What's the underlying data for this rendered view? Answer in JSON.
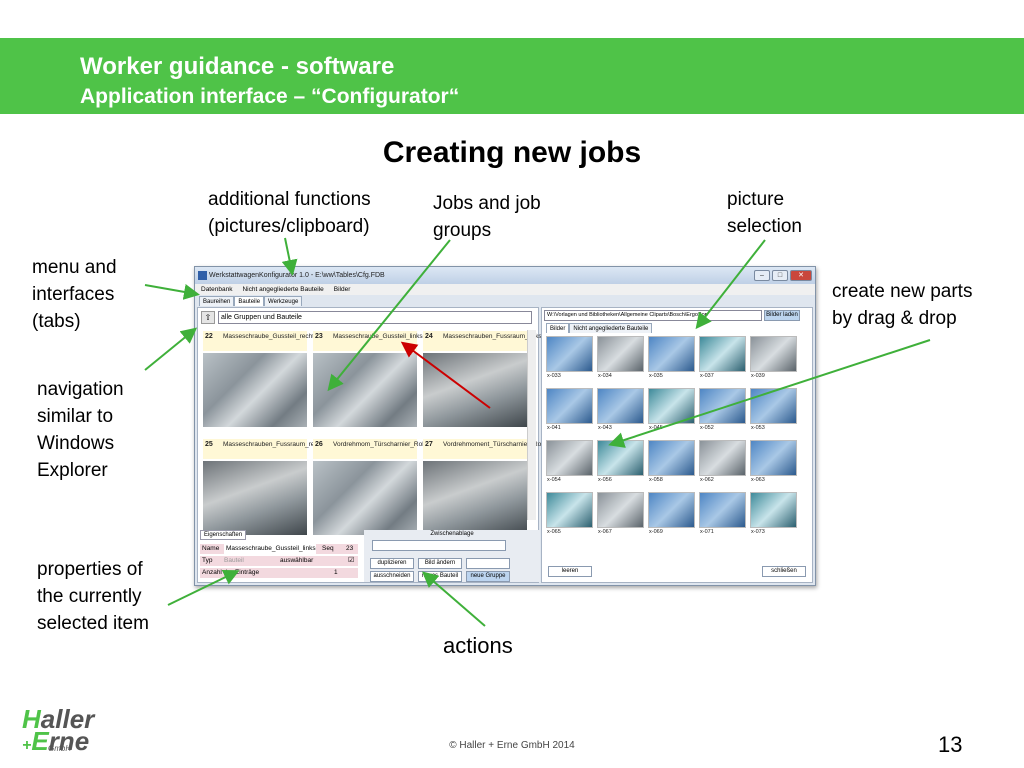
{
  "header": {
    "title": "Worker guidance - software",
    "subtitle": "Application interface – “Configurator“"
  },
  "slide_title": "Creating new jobs",
  "annotations": {
    "additional_functions": "additional functions\n(pictures/clipboard)",
    "jobs": "Jobs and job\ngroups",
    "picture_selection": "picture\nselection",
    "menu": "menu and\ninterfaces\n(tabs)",
    "create_parts": "create new parts\nby drag & drop",
    "navigation": "navigation\nsimilar to\nWindows\nExplorer",
    "properties": "properties of\nthe currently\nselected item",
    "actions": "actions"
  },
  "app": {
    "title": "WerkstattwagenKonfigurator 1.0 - E:\\ww\\Tables\\Cfg.FDB",
    "menu": [
      "Datenbank",
      "Nicht angegliederte Bauteile",
      "Bilder"
    ],
    "tabs": [
      "Baureihen",
      "Bauteile",
      "Werkzeuge"
    ],
    "path": "alle Gruppen und Bauteile",
    "cells": [
      {
        "num": "22",
        "label": "Masseschraube_Gussteil_rechts"
      },
      {
        "num": "23",
        "label": "Masseschraube_Gussteil_links"
      },
      {
        "num": "24",
        "label": "Masseschrauben_Fussraum_links"
      },
      {
        "num": "25",
        "label": "Masseschrauben_Fussraum_rechts"
      },
      {
        "num": "26",
        "label": "Vordrehmom_Türscharnier_Rohbau_l"
      },
      {
        "num": "27",
        "label": "Vordrehmoment_Türscharnier_Rob_r"
      }
    ],
    "props": {
      "tab": "Eigenschaften",
      "name_label": "Name",
      "name_value": "Masseschraube_Gussteil_links",
      "seq_label": "Seq",
      "seq_value": "23",
      "type_label": "Typ",
      "type_value": "Bauteil",
      "type_option": "auswählbar",
      "count_label": "Anzahl der Einträge",
      "count_value": "1"
    },
    "actions": {
      "clipboard": "Zwischenablage",
      "duplicate": "duplizieren",
      "change_image": "Bild ändern",
      "cut": "ausschneiden",
      "new_part": "neues Bauteil",
      "new_group": "neue Gruppe"
    },
    "right": {
      "path": "W:\\Vorlagen und Bibliotheken\\Allgemeine Cliparts\\Bosch\\ErgoSon",
      "load": "Bilder laden",
      "tabs": [
        "Bilder",
        "Nicht angegliederte Bauteile"
      ],
      "thumbs": [
        "x-033",
        "x-034",
        "x-035",
        "x-037",
        "x-039",
        "x-041",
        "x-043",
        "x-045",
        "x-052",
        "x-053",
        "x-054",
        "x-056",
        "x-058",
        "x-062",
        "x-063",
        "x-065",
        "x-067",
        "x-069",
        "x-071",
        "x-073"
      ],
      "clear": "leeren",
      "close": "schließen"
    }
  },
  "footer": {
    "copyright": "© Haller + Erne GmbH 2014",
    "page": "13",
    "logo_h": "H",
    "logo_aller": "aller",
    "logo_plus": "+",
    "logo_e": "E",
    "logo_rne": "rne",
    "logo_gmbh": "GmbH"
  }
}
